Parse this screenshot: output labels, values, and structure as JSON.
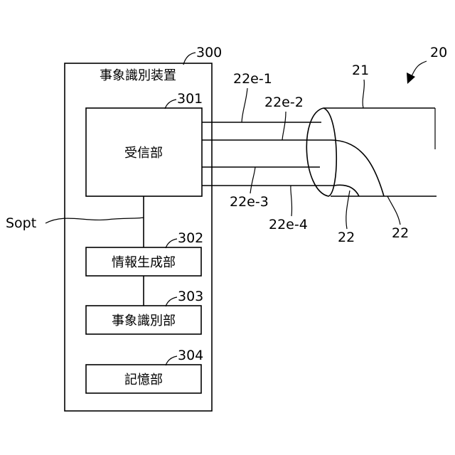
{
  "device": {
    "ref": "300",
    "title": "事象識別装置"
  },
  "receiver": {
    "ref": "301",
    "label": "受信部"
  },
  "info_generator": {
    "ref": "302",
    "label": "情報生成部"
  },
  "event_identifier": {
    "ref": "303",
    "label": "事象識別部"
  },
  "storage": {
    "ref": "304",
    "label": "記憶部"
  },
  "signal": {
    "label": "Sopt"
  },
  "fiber_ends": {
    "e1": "22e-1",
    "e2": "22e-2",
    "e3": "22e-3",
    "e4": "22e-4"
  },
  "cable": {
    "system_ref": "20",
    "sheath_ref": "21",
    "fiber_ref_a": "22",
    "fiber_ref_b": "22"
  }
}
